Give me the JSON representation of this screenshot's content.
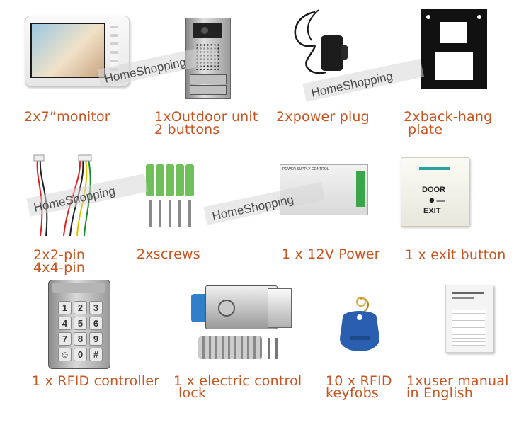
{
  "captions": {
    "monitor": "2x7”monitor",
    "outdoor_line1": "1xOutdoor unit",
    "outdoor_line2": "2 buttons",
    "power_plug": "2xpower plug",
    "backplate_line1": "2xback-hang",
    "backplate_line2": "plate",
    "pin_line1": "2x2-pin",
    "pin_line2": "4x4-pin",
    "screws": "2xscrews",
    "power_supply": "1 x 12V Power",
    "exit_button": "1 x exit button",
    "rfid_controller": "1 x RFID controller",
    "lock_line1": "1 x electric control",
    "lock_line2": "lock",
    "keyfobs_line1": "10 x RFID",
    "keyfobs_line2": "keyfobs",
    "manual_line1": "1xuser manual",
    "manual_line2": "in English"
  },
  "watermark": "HomeShopping",
  "exit_button_labels": {
    "top": "DOOR",
    "bottom": "EXIT"
  },
  "power_supply_label": "POWER SUPPLY CONTROL",
  "keypad_keys": [
    "1",
    "2",
    "3",
    "4",
    "5",
    "6",
    "7",
    "8",
    "9",
    "☺",
    "0",
    "#"
  ],
  "colors": {
    "caption": "#c8541f",
    "watermark_band": "#d7d7d7",
    "battery_green": "#6fbf5a",
    "keyfob_blue": "#2a5fb0"
  }
}
